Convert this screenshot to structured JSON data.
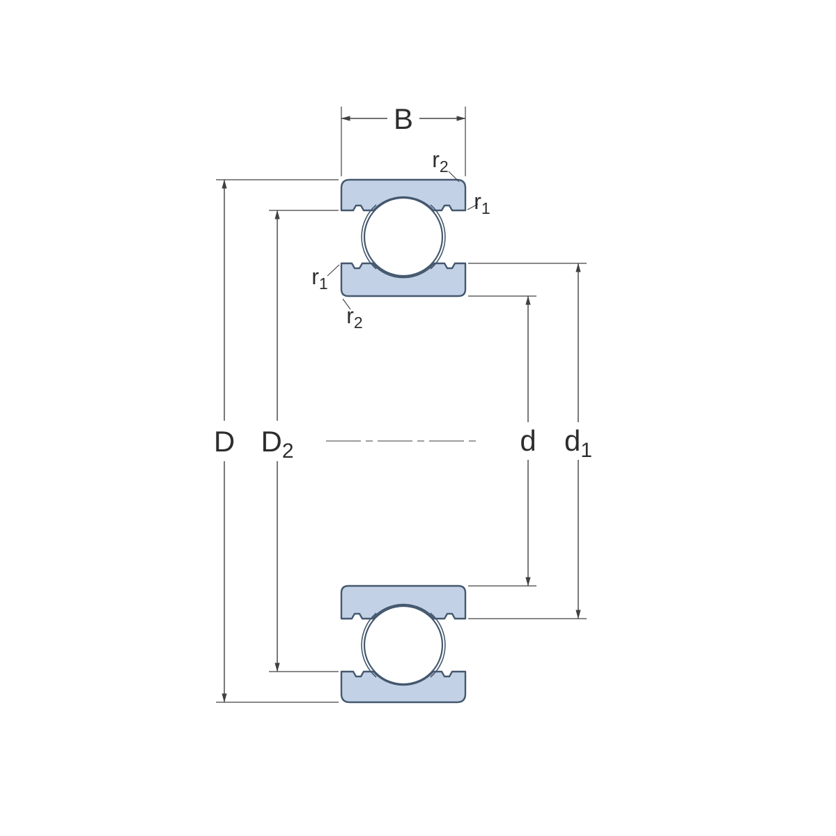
{
  "diagram": {
    "type": "bearing-cross-section",
    "description": "Deep groove ball bearing dimension drawing",
    "labels": {
      "width": "B",
      "outer_diameter": "D",
      "d2_main": "D",
      "d2_sub": "2",
      "bore": "d",
      "d1_main": "d",
      "d1_sub": "1",
      "r1_main": "r",
      "r1_sub": "1",
      "r2_main": "r",
      "r2_sub": "2"
    },
    "colors": {
      "ring_fill": "#c3d1e6",
      "ring_stroke": "#44586e",
      "dimension": "#404040",
      "background": "#ffffff"
    }
  }
}
